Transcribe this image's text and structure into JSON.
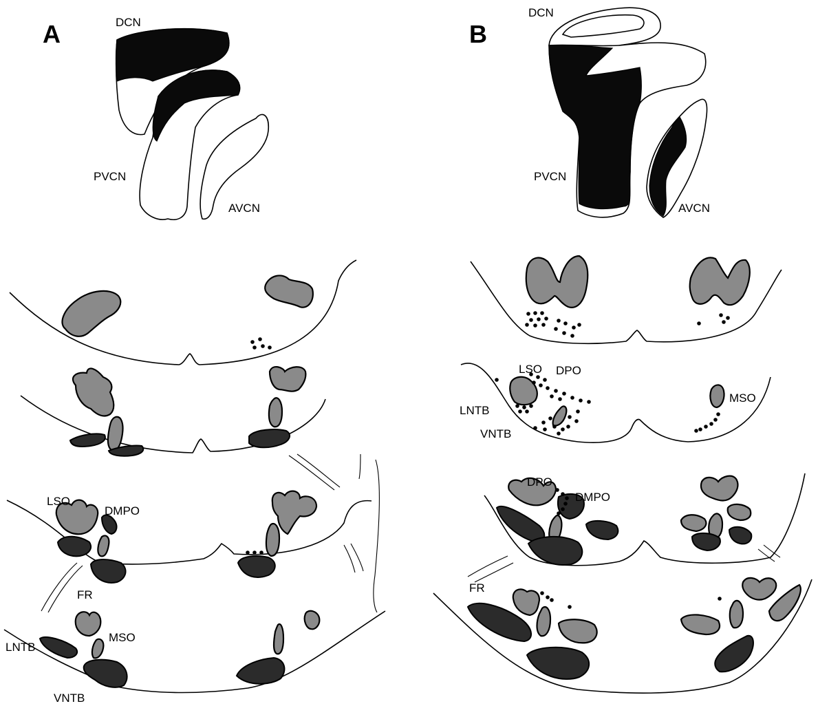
{
  "panels": [
    {
      "letter": "A",
      "cochlear_nucleus_labels": {
        "dcn": "DCN",
        "pvcn": "PVCN",
        "avcn": "AVCN"
      },
      "brainstem_labels": {
        "lso": "LSO",
        "dmpo": "DMPO",
        "fr": "FR",
        "mso": "MSO",
        "lntb": "LNTB",
        "vntb": "VNTB"
      }
    },
    {
      "letter": "B",
      "cochlear_nucleus_labels": {
        "dcn": "DCN",
        "pvcn": "PVCN",
        "avcn": "AVCN"
      },
      "brainstem_labels": {
        "lso": "LSO",
        "dpo": "DPO",
        "mso": "MSO",
        "lntb": "LNTB",
        "vntb": "VNTB",
        "dpo2": "DPO",
        "dmpo": "DMPO",
        "fr": "FR"
      }
    }
  ]
}
